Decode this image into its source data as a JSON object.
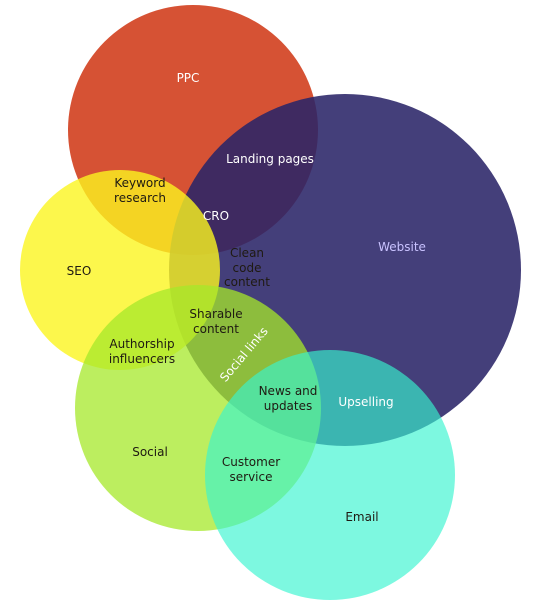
{
  "circles": [
    {
      "name": "ppc",
      "label": "PPC",
      "color": "#d23f1e"
    },
    {
      "name": "website",
      "label": "Website",
      "color": "#2a2468"
    },
    {
      "name": "seo",
      "label": "SEO",
      "color": "#fbf51f"
    },
    {
      "name": "social",
      "label": "Social",
      "color": "#a6e82a"
    },
    {
      "name": "email",
      "label": "Email",
      "color": "#37f4cf"
    }
  ],
  "overlaps": {
    "landing_pages": "Landing pages",
    "keyword_1": "Keyword",
    "keyword_2": "research",
    "cro": "CRO",
    "clean_1": "Clean",
    "clean_2": "code",
    "clean_3": "content",
    "sharable_1": "Sharable",
    "sharable_2": "content",
    "authorship_1": "Authorship",
    "authorship_2": "influencers",
    "social_links": "Social links",
    "news_1": "News and",
    "news_2": "updates",
    "upselling": "Upselling",
    "customer_1": "Customer",
    "customer_2": "service"
  }
}
